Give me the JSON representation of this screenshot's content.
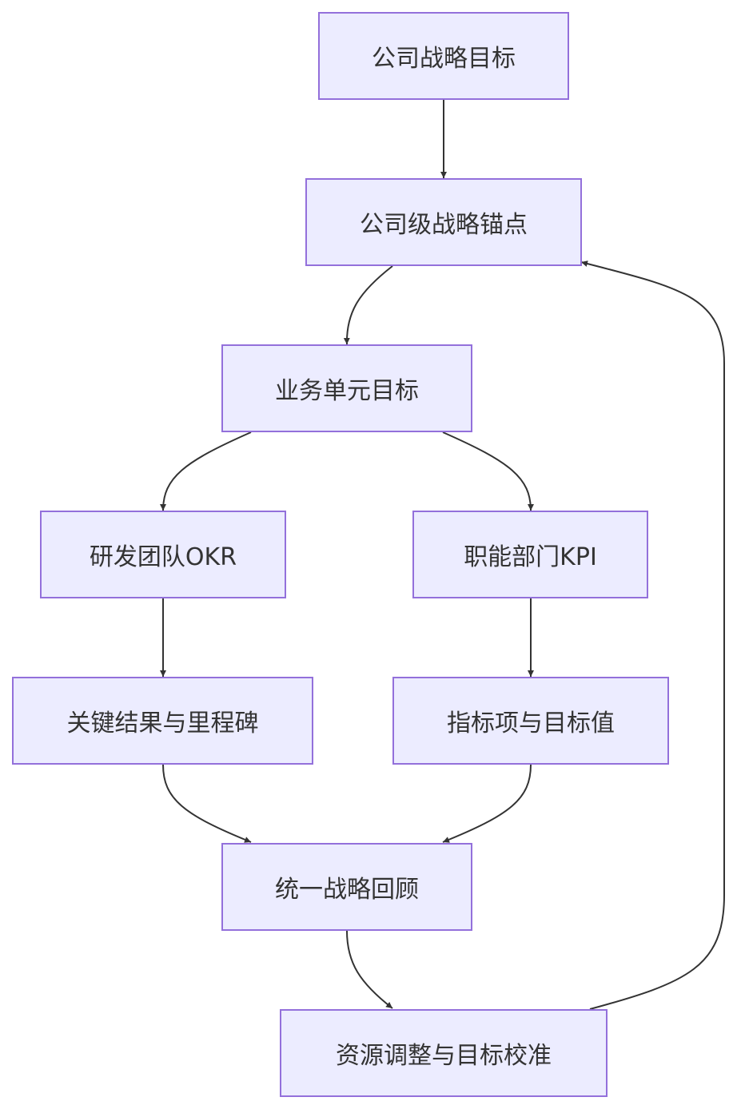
{
  "diagram": {
    "type": "flowchart",
    "nodes": {
      "company_goal": "公司战略目标",
      "strategy_anchor": "公司级战略锚点",
      "bu_goal": "业务单元目标",
      "rd_okr": "研发团队OKR",
      "func_kpi": "职能部门KPI",
      "key_results": "关键结果与里程碑",
      "indicators": "指标项与目标值",
      "strategy_review": "统一战略回顾",
      "resource_adjust": "资源调整与目标校准"
    },
    "edges": [
      {
        "from": "company_goal",
        "to": "strategy_anchor"
      },
      {
        "from": "strategy_anchor",
        "to": "bu_goal"
      },
      {
        "from": "bu_goal",
        "to": "rd_okr"
      },
      {
        "from": "bu_goal",
        "to": "func_kpi"
      },
      {
        "from": "rd_okr",
        "to": "key_results"
      },
      {
        "from": "func_kpi",
        "to": "indicators"
      },
      {
        "from": "key_results",
        "to": "strategy_review"
      },
      {
        "from": "indicators",
        "to": "strategy_review"
      },
      {
        "from": "strategy_review",
        "to": "resource_adjust"
      },
      {
        "from": "resource_adjust",
        "to": "strategy_anchor"
      }
    ],
    "colors": {
      "node_fill": "#ececff",
      "node_border": "#9370db",
      "edge": "#333333",
      "text": "#333333"
    }
  }
}
